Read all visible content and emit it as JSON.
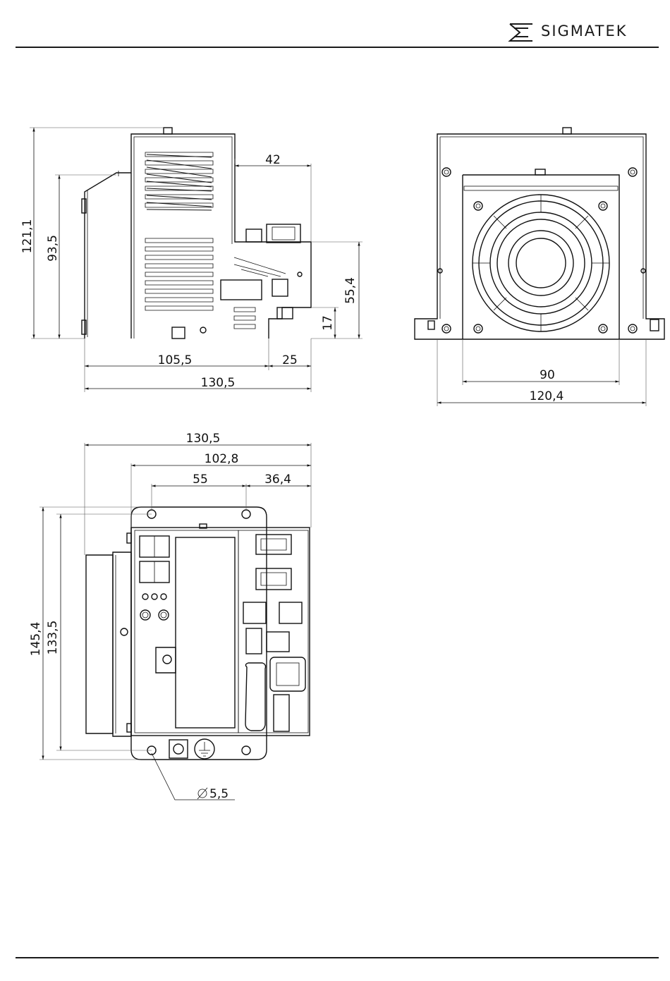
{
  "header": {
    "brand": "SIGMATEK",
    "logo_icon": "sigmatek-logo-icon"
  },
  "side_view": {
    "dimensions": {
      "total_height": "121,1",
      "body_height": "93,5",
      "connector_depth": "42",
      "connector_height": "55,4",
      "bottom_offset": "17",
      "body_depth": "105,5",
      "front_depth": "25",
      "total_depth": "130,5"
    }
  },
  "front_view": {
    "dimensions": {
      "fan_width": "90",
      "total_width": "120,4"
    }
  },
  "top_view": {
    "dimensions": {
      "total_depth": "130,5",
      "depth_to_holes": "102,8",
      "hole_spacing": "55",
      "front_offset": "36,4",
      "total_height": "145,4",
      "hole_vertical": "133,5",
      "hole_diameter": "5,5"
    }
  }
}
